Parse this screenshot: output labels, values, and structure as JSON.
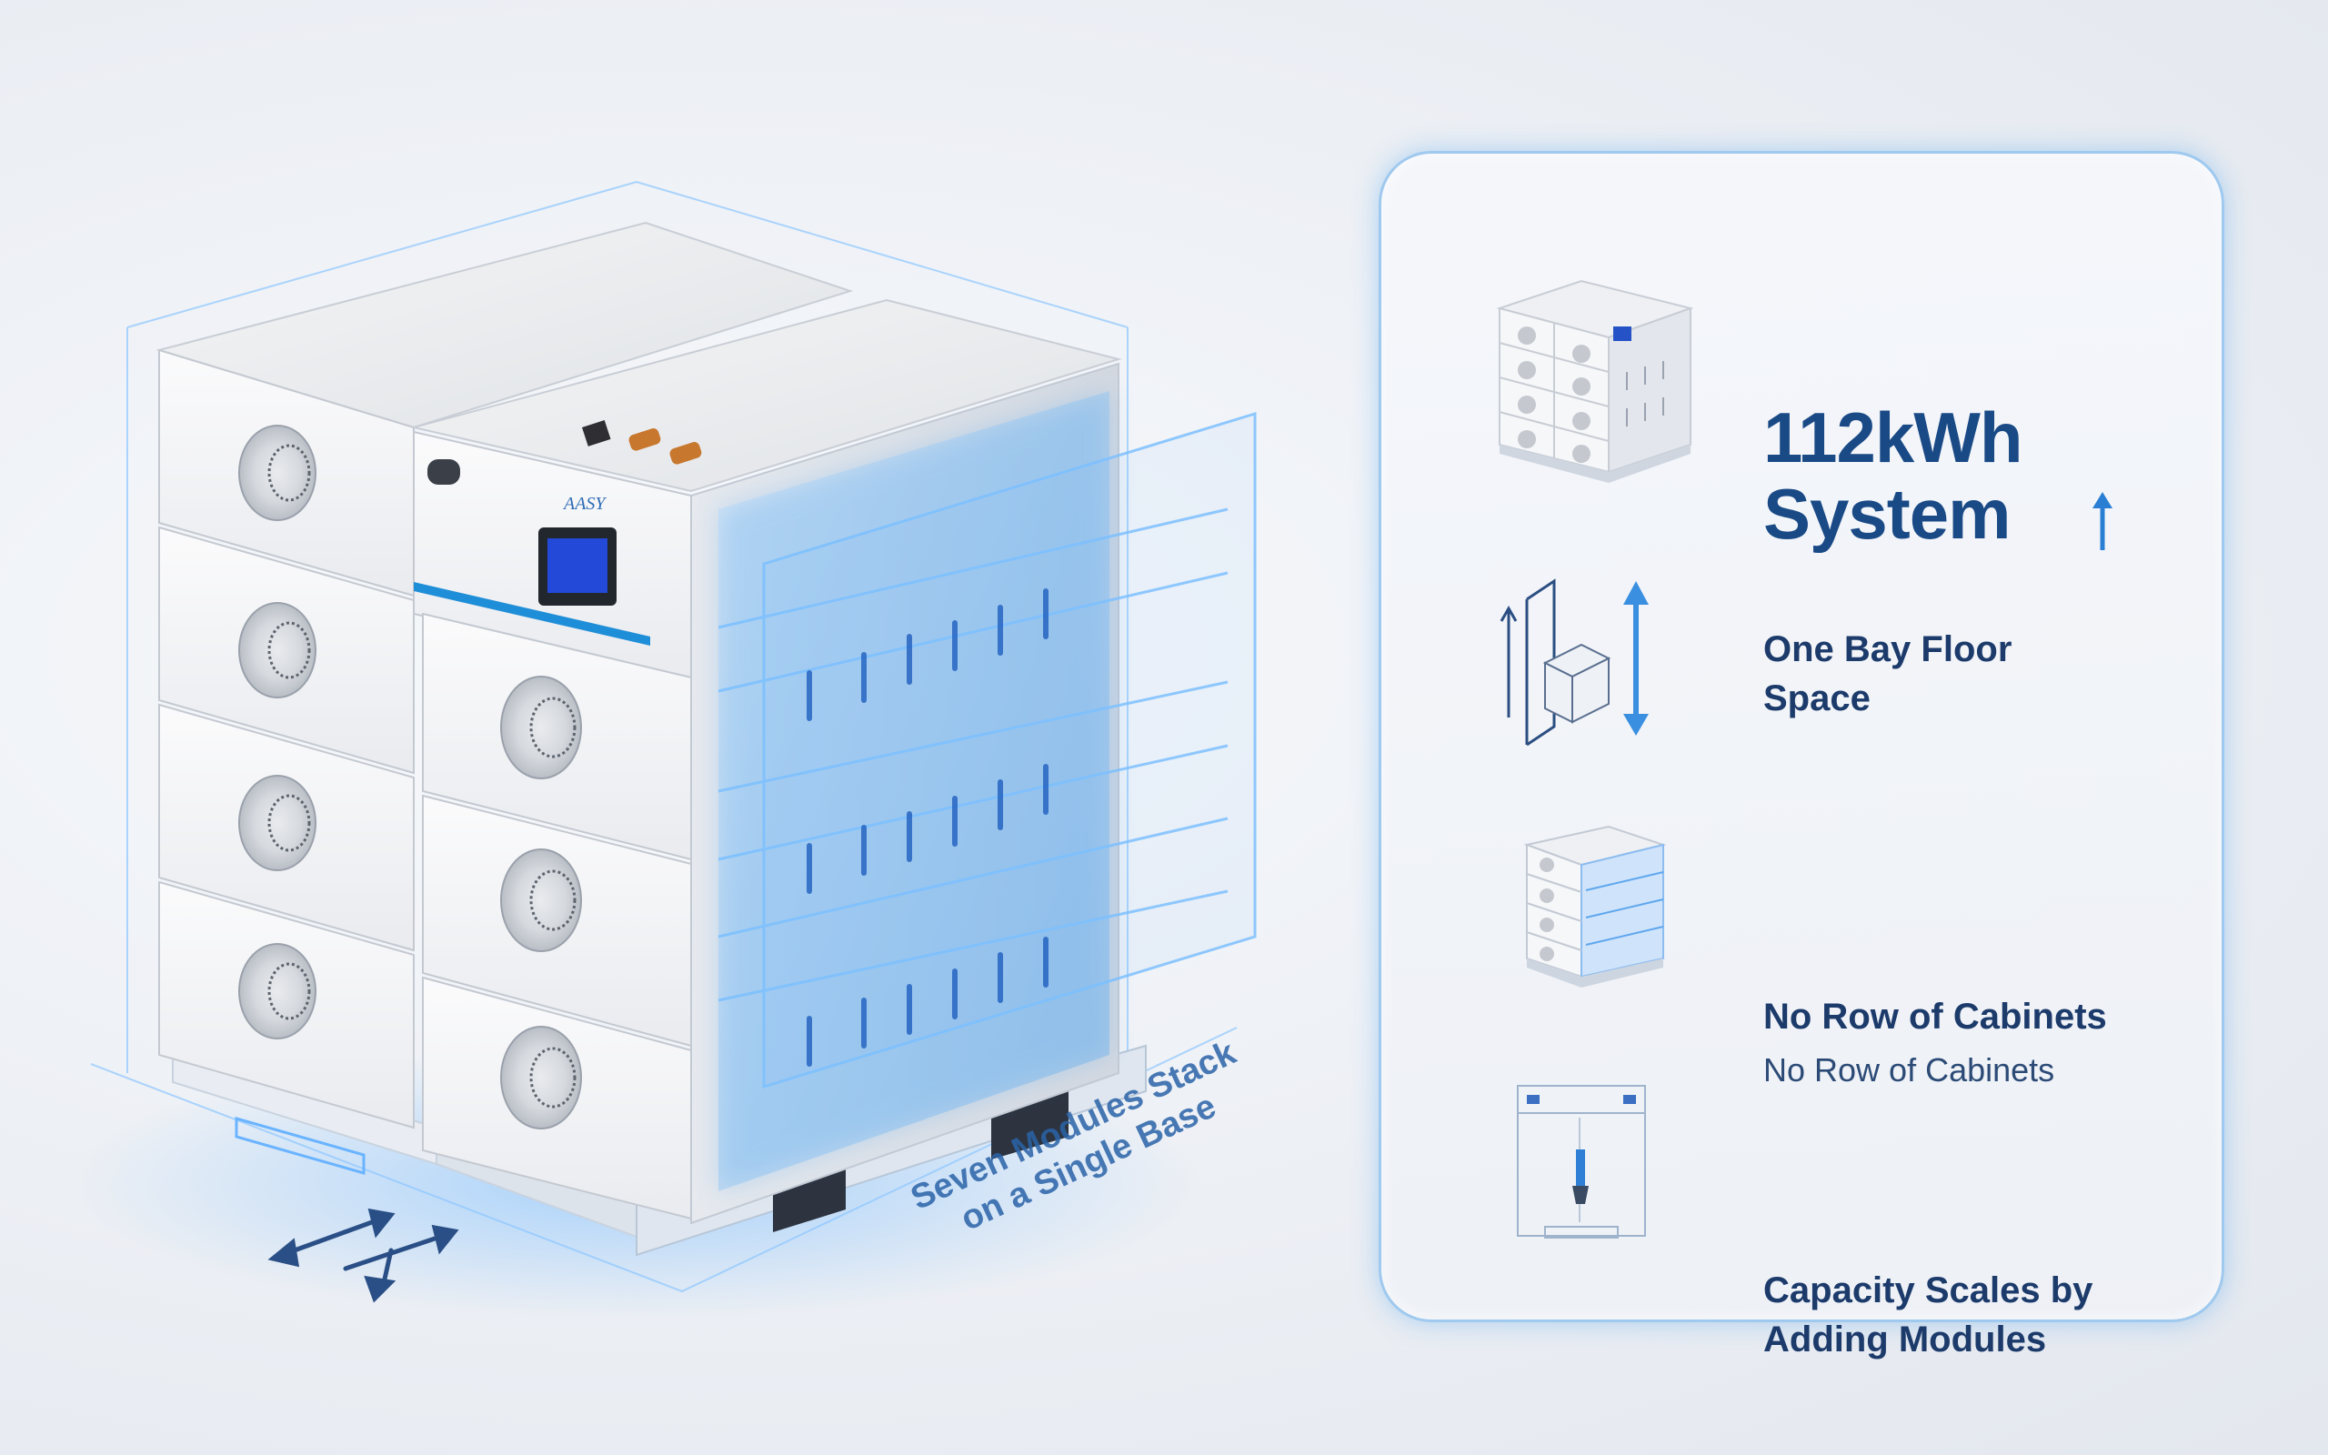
{
  "product_image": {
    "brand_mark": "AASY",
    "caption_line1": "Seven Modules Stack",
    "caption_line2": "on a Single Base"
  },
  "features": [
    {
      "icon": "battery-stack-icon",
      "title_line1": "112kWh",
      "title_line2": "System",
      "indicator": "up-arrow-icon"
    },
    {
      "icon": "floor-space-icon",
      "title_line1": "One Bay Floor",
      "title_line2": "Space"
    },
    {
      "icon": "compact-cabinet-icon",
      "title_line1": "No Row of Cabinets",
      "subtitle": "No Row of Cabinets"
    },
    {
      "icon": "module-scaling-icon",
      "title_line1": "Capacity Scales by",
      "title_line2": "Adding Modules"
    }
  ],
  "colors": {
    "accent_blue": "#1a4a86",
    "glow_blue": "#4aa3f0",
    "panel_border": "#9fc9ee",
    "module_white": "#f4f5f7"
  }
}
